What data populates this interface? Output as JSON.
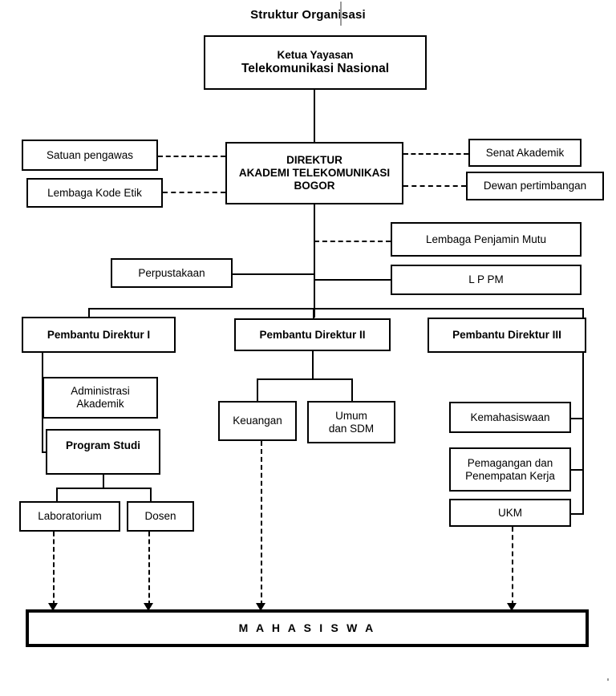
{
  "diagram": {
    "title": "Struktur Organisasi",
    "nodes": {
      "yayasan": {
        "line1": "Ketua Yayasan",
        "line2": "Telekomunikasi Nasional"
      },
      "direktur": {
        "line1": "DIREKTUR",
        "line2": "AKADEMI TELEKOMUNIKASI",
        "line3": "BOGOR"
      },
      "satuan_pengawas": {
        "label": "Satuan pengawas"
      },
      "lembaga_kode_etik": {
        "label": "Lembaga Kode Etik"
      },
      "senat_akademik": {
        "label": "Senat Akademik"
      },
      "dewan_pertimbangan": {
        "label": "Dewan pertimbangan"
      },
      "lembaga_penjamin_mutu": {
        "label": "Lembaga Penjamin Mutu"
      },
      "lppm": {
        "label": "L P PM"
      },
      "perpustakaan": {
        "label": "Perpustakaan"
      },
      "pembantu_direktur_1": {
        "label": "Pembantu Direktur I"
      },
      "pembantu_direktur_2": {
        "label": "Pembantu Direktur II"
      },
      "pembantu_direktur_3": {
        "label": "Pembantu Direktur III"
      },
      "administrasi_akademik": {
        "line1": "Administrasi",
        "line2": "Akademik"
      },
      "program_studi": {
        "label": "Program Studi"
      },
      "laboratorium": {
        "label": "Laboratorium"
      },
      "dosen": {
        "label": "Dosen"
      },
      "keuangan": {
        "label": "Keuangan"
      },
      "umum_sdm": {
        "line1": "Umum",
        "line2": "dan SDM"
      },
      "kemahasiswaan": {
        "label": "Kemahasiswaan"
      },
      "pemagangan": {
        "line1": "Pemagangan dan",
        "line2": "Penempatan Kerja"
      },
      "ukm": {
        "label": "UKM"
      },
      "mahasiswa": {
        "label": "M A H A S I S W A"
      }
    },
    "colors": {
      "stroke": "#000000",
      "background": "#ffffff",
      "text": "#000000"
    }
  }
}
